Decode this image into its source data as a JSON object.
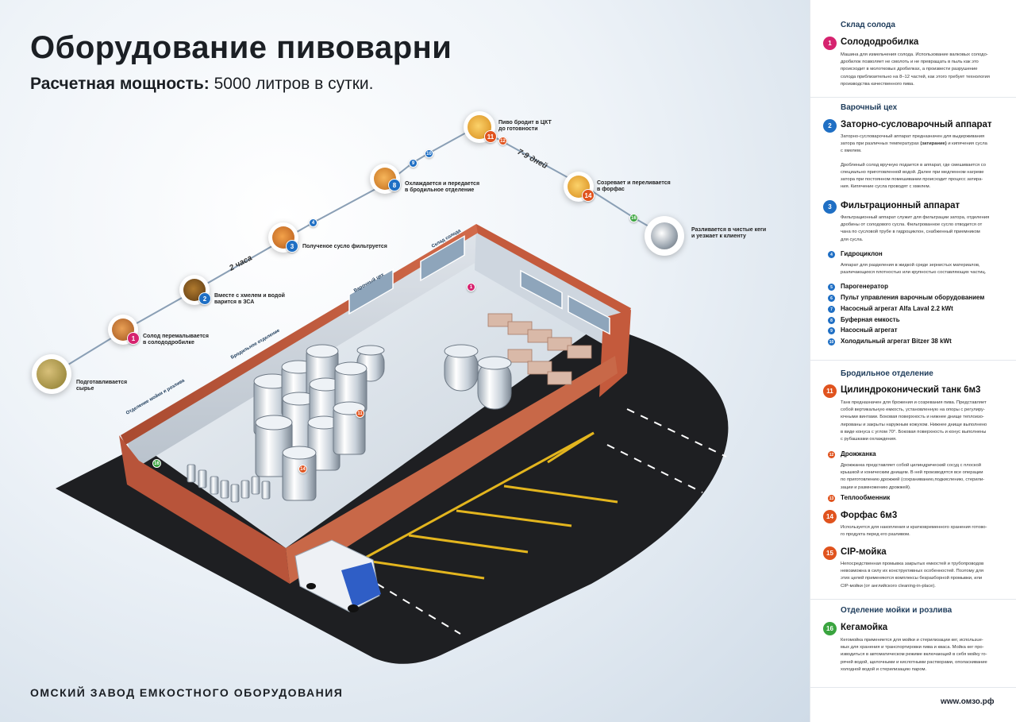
{
  "header": {
    "title": "Оборудование пивоварни",
    "subtitle_label": "Расчетная мощность:",
    "subtitle_value": "5000 литров в сутки."
  },
  "footer": {
    "company": "ОМСКИЙ ЗАВОД ЕМКОСТНОГО ОБОРУДОВАНИЯ"
  },
  "colors": {
    "magenta": "#d6236f",
    "blue": "#1f6fc4",
    "orange": "#e0531e",
    "green": "#3aa43f",
    "navy": "#1d3b5a",
    "brick": "#c45a3c",
    "asphalt": "#1e1f22",
    "road_line": "#e3b51e"
  },
  "process": {
    "steps": [
      {
        "num": "",
        "label_lines": [
          "Подготавливается",
          "сырье"
        ],
        "icon": "grain-icon"
      },
      {
        "num": "1",
        "label_lines": [
          "Солод перемалывается",
          "в солододробилке"
        ],
        "icon": "malt-icon",
        "color": "magenta"
      },
      {
        "num": "2",
        "label_lines": [
          "Вместе с хмелем и водой",
          "варится в ЗСА"
        ],
        "icon": "wort-icon",
        "color": "blue"
      },
      {
        "num": "3",
        "label_lines": [
          "Полученое сусло фильтруется"
        ],
        "icon": "filtered-wort-icon",
        "color": "blue"
      },
      {
        "num": "8",
        "label_lines": [
          "Охлаждается и передается",
          "в бродильное отделение"
        ],
        "icon": "cooled-wort-icon",
        "color": "blue"
      },
      {
        "num": "11",
        "label_lines": [
          "Пиво бродит в ЦКТ",
          "до готовности"
        ],
        "icon": "beer-icon",
        "color": "orange",
        "extra_num": "12"
      },
      {
        "num": "14",
        "label_lines": [
          "Созревает и переливается",
          "в форфас"
        ],
        "icon": "beer-ripe-icon",
        "color": "orange"
      },
      {
        "num": "",
        "label_lines": [
          "Разливается в чистые кеги",
          "и уезжает к клиенту"
        ],
        "icon": "keg-icon"
      }
    ],
    "small_markers": [
      {
        "num": "4",
        "color": "blue"
      },
      {
        "num": "9",
        "color": "blue"
      },
      {
        "num": "10",
        "color": "blue"
      },
      {
        "num": "16",
        "color": "green"
      }
    ],
    "durations": [
      "2 часа",
      "7-9 дней"
    ]
  },
  "building": {
    "zones": [
      "Склад солода",
      "Варочный цех",
      "Бродильное отделение",
      "Отделение мойки и розлива"
    ]
  },
  "panel": {
    "url": "www.омзо.рф",
    "sections": {
      "malt": {
        "title": "Склад солода",
        "item1": {
          "num": "1",
          "title": "Солододробилка",
          "desc": [
            "Машина для измельчения солода. Использование валковых солодо-",
            "дробилок позволяет не смолоть и не превращать в пыль как это",
            "происходит в молотковых дробилках, а произвести разрушение",
            "солода приблизительно на 8–12 частей, как этого требует технология",
            "производства качественного пива."
          ]
        }
      },
      "brew": {
        "title": "Варочный цех",
        "item2": {
          "num": "2",
          "title": "Заторно-сусловарочный аппарат",
          "desc_a": [
            "Заторно-сусловарочный аппарат предназначен для выдерживания",
            "затора при различных температурах"
          ],
          "desc_a_bold": "(затирание)",
          "desc_a_tail": " и кипячения сусла",
          "desc_b": [
            "с хмелем.",
            "",
            "Дробленый солод вручную подается в аппарат, где смешивается со",
            "специально приготовленной водой. Далее при медленном нагреве",
            "затора при постоянном помешивании происходит процесс затира-",
            "ния. Кипячение сусла проводят с хмелем."
          ]
        },
        "item3": {
          "num": "3",
          "title": "Фильтрационный аппарат",
          "desc": [
            "Фильтрационный аппарат служит для фильтрации затора, отделения",
            "дробины от солодового сусла. Фильтрованное сусло отводится от",
            "чана по сусловой трубе в гидроциклон, снабженный приемником",
            "для сусла."
          ]
        },
        "item4": {
          "num": "4",
          "title": "Гидроциклон",
          "desc": [
            "Аппарат для разделения в жидкой среде зернистых материалов,",
            "различающихся плотностью или крупностью составляющих частиц."
          ]
        },
        "small_items": [
          {
            "num": "5",
            "title": "Парогенератор"
          },
          {
            "num": "6",
            "title": "Пульт управления варочным оборудованием"
          },
          {
            "num": "7",
            "title": "Насосный агрегат Alfa Laval 2.2 kWt"
          },
          {
            "num": "8",
            "title": "Буферная емкость"
          },
          {
            "num": "9",
            "title": "Насосный агрегат"
          },
          {
            "num": "10",
            "title": "Холодильный агрегат Bitzer 38 kWt"
          }
        ]
      },
      "ferm": {
        "title": "Бродильное отделение",
        "item11": {
          "num": "11",
          "title": "Цилиндроконический танк 6м3",
          "desc": [
            "Танк предназначен для брожения и созревания пива. Представляет",
            "собой вертикальную емкость, установленную на опоры с регулиру-",
            "ючными винтами. Боковая поверхность и нижнее днище теплоизо-",
            "лированы и закрыты наружным кожухом. Нижнее днище выполнено",
            "в виде конуса с углом 70°. Боковая поверхность и конус выполнены",
            "с рубашками охлаждения."
          ]
        },
        "item12": {
          "num": "12",
          "title": "Дрожжанка",
          "desc": [
            "Дрожжанка представляет собой цилиндрический сосуд с плоской",
            "крышкой и коническим днищем. В ней производятся все операции",
            "по приготовлению дрожжей (сохраниванию,подкислению, стерили-",
            "зации и размножению дрожжей)."
          ]
        },
        "item13": {
          "num": "13",
          "title": "Теплообменник"
        },
        "item14": {
          "num": "14",
          "title": "Форфас 6м3",
          "desc": [
            "Используется для накопления и кратковременного хранения готово-",
            "го продукта перед его разливом."
          ]
        },
        "item15": {
          "num": "15",
          "title": "CIP-мойка",
          "desc": [
            "Непосредственная промывка закрытых емкостей и трубопроводов",
            "невозможна в силу их конструктивных особенностей. Поэтому для",
            "этих целей применяются комплексы безразборной промывки, или",
            "CIP-мойки (от английского cleaning-in-place)."
          ]
        }
      },
      "wash": {
        "title": "Отделение мойки и розлива",
        "item16": {
          "num": "16",
          "title": "Кегамойка",
          "desc": [
            "Кегомойка применяется для мойки и стерилизации кег, использue-",
            "мых для хранения и транспортировки пива и кваса. Мойка кег про-",
            "изводиться в автоматическом режиме включающей в себя мойку го-",
            "рячей водой, щелочными и кислотными растворами, ополаскивание",
            "холодной водой и стерилизацию паром."
          ]
        }
      }
    }
  }
}
